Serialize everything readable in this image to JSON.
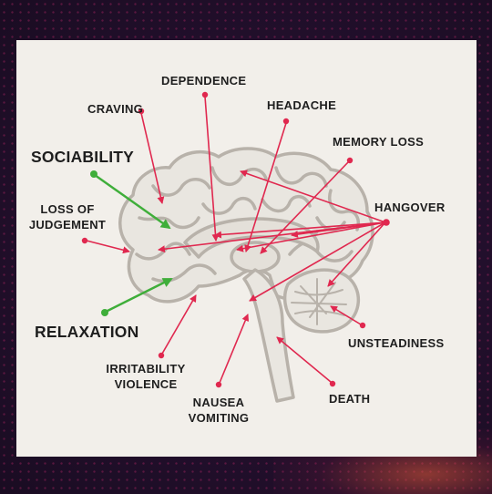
{
  "labels": {
    "dependence": "DEPENDENCE",
    "craving": "CRAVING",
    "headache": "HEADACHE",
    "memory_loss": "MEMORY LOSS",
    "sociability": "SOCIABILITY",
    "loss_of_judgement_1": "LOSS OF",
    "loss_of_judgement_2": "JUDGEMENT",
    "hangover": "HANGOVER",
    "relaxation": "RELAXATION",
    "unsteadiness": "UNSTEADINESS",
    "irritability": "IRRITABILITY",
    "violence": "VIOLENCE",
    "death": "DEATH",
    "nausea": "NAUSEA",
    "vomiting": "VOMITING"
  },
  "colors": {
    "arrow_red": "#e0284f",
    "arrow_green": "#3fae3a",
    "brain_outline": "#b8b2aa",
    "card": "#f2efea"
  }
}
